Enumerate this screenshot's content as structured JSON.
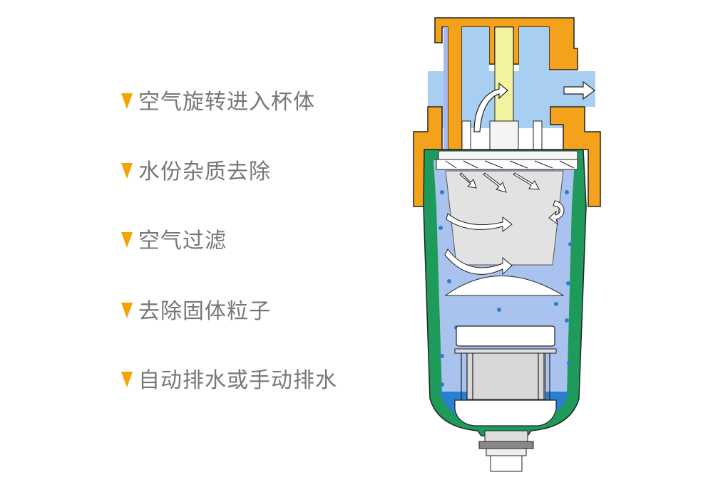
{
  "steps": [
    {
      "label": "空气旋转进入杯体"
    },
    {
      "label": "水份杂质去除"
    },
    {
      "label": "空气过滤"
    },
    {
      "label": "去除固体粒子"
    },
    {
      "label": "自动排水或手动排水"
    }
  ],
  "colors": {
    "bullet": "#f5a300",
    "text": "#777777",
    "body_orange": "#f4a21b",
    "bowl_green": "#1e9a5a",
    "air_blue": "#a8cff2",
    "water_blue": "#2b7fd0",
    "bowl_fill": "#a9c3ee",
    "deflector_yellow": "#f3f3a0"
  },
  "diagram": {
    "name": "air-filter-cross-section"
  }
}
